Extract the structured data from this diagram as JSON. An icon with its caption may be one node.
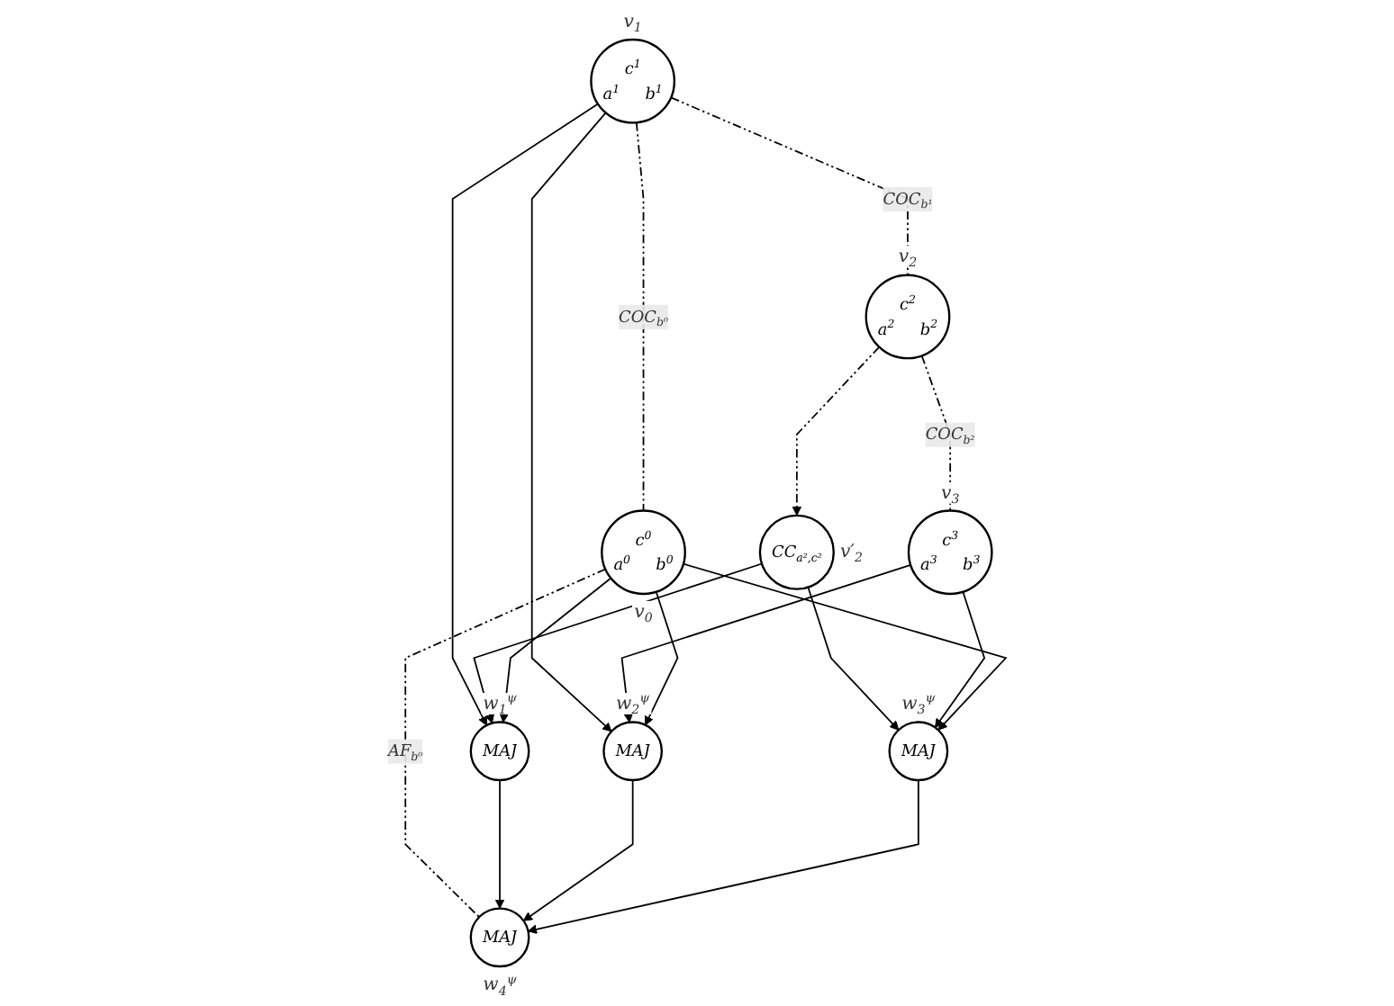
{
  "diagram": {
    "nodes": [
      {
        "text": [
          "c$^{1}$",
          "a$^{1}$",
          "b$^{1}$"
        ],
        "beside": [
          "v$_{1}$"
        ]
      },
      {
        "text": [
          "c$^{2}$",
          "a$^{2}$",
          "b$^{2}$"
        ],
        "beside": [
          "v$_{2}$"
        ]
      },
      {
        "text": [
          "CC$_{a²,c²}$"
        ],
        "beside": [
          "v′$_{2}$"
        ]
      },
      {
        "text": [
          "c$^{3}$",
          "a$^{3}$",
          "b$^{3}$"
        ],
        "beside": [
          "v$_{3}$"
        ]
      },
      {
        "text": [
          "MAJ"
        ],
        "beside": [
          "w$_{1}$$^{ψ}$"
        ]
      },
      {
        "text": [
          "MAJ"
        ],
        "beside": [
          "w$_{2}$$^{ψ}$"
        ]
      },
      {
        "text": [
          "MAJ"
        ],
        "beside": [
          "w$_{3}$$^{ψ}$"
        ]
      },
      {
        "text": [
          "c$^{0}$",
          "a$^{0}$",
          "b$^{0}$"
        ],
        "beside": [
          "v$_{0}$"
        ]
      },
      {
        "text": [
          "MAJ"
        ],
        "beside": [
          "w$_{4}$$^{ψ}$"
        ]
      }
    ],
    "edges": [
      {
        "from": 0,
        "to": 1,
        "arrow": "none",
        "style": "dashed",
        "label": "COC$_{b¹}$"
      },
      {
        "from": 1,
        "to": 2,
        "arrow": "to",
        "style": "dashed"
      },
      {
        "from": 1,
        "to": 3,
        "arrow": "none",
        "style": "dashed",
        "label": "COC$_{b²}$"
      },
      {
        "from": 0,
        "to": 7,
        "arrow": "none",
        "style": "dashed",
        "label": "COC$_{b⁰}$"
      },
      {
        "from": 7,
        "to": 8,
        "arrow": "none",
        "style": "dashed",
        "label": "AF$_{b⁰}$"
      },
      {
        "from": 0,
        "to": 4,
        "arrow": "to"
      },
      {
        "from": 0,
        "to": 5,
        "arrow": "to"
      },
      {
        "from": 2,
        "to": 4,
        "arrow": "to"
      },
      {
        "from": 2,
        "to": 6,
        "arrow": "to"
      },
      {
        "from": 3,
        "to": 5,
        "arrow": "to"
      },
      {
        "from": 3,
        "to": 6,
        "arrow": "to"
      },
      {
        "from": 7,
        "to": 4,
        "arrow": "to"
      },
      {
        "from": 7,
        "to": 5,
        "arrow": "to"
      },
      {
        "from": 7,
        "to": 6,
        "arrow": "to"
      },
      {
        "from": 4,
        "to": 8,
        "arrow": "to"
      },
      {
        "from": 5,
        "to": 8,
        "arrow": "to"
      },
      {
        "from": 6,
        "to": 8,
        "arrow": "to"
      }
    ]
  }
}
